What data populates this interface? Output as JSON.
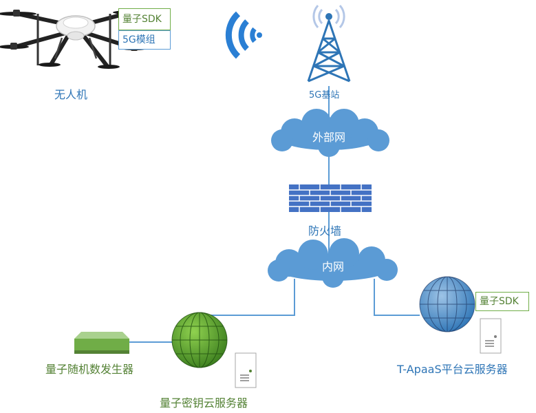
{
  "drone": {
    "label": "无人机",
    "sdk_label": "量子SDK",
    "module_label": "5G模组"
  },
  "base_station": {
    "label": "5G基站"
  },
  "external_network": {
    "label": "外部网"
  },
  "firewall": {
    "label": "防火墙"
  },
  "internal_network": {
    "label": "内网"
  },
  "qrng": {
    "label": "量子随机数发生器"
  },
  "key_server": {
    "label": "量子密钥云服务器"
  },
  "platform_server": {
    "label": "T-ApaaS平台云服务器",
    "sdk_label": "量子SDK"
  },
  "colors": {
    "blue_text": "#2e75b6",
    "green_text": "#548235",
    "cloud": "#5b9bd5",
    "line": "#5b9bd5",
    "green_device": "#70ad47",
    "tower": "#2e75b6",
    "firewall": "#4472c4"
  },
  "icons": [
    "drone-icon",
    "wifi-signal-icon",
    "tower-icon",
    "cloud-icon",
    "firewall-icon",
    "globe-icon",
    "server-icon",
    "random-generator-icon"
  ]
}
